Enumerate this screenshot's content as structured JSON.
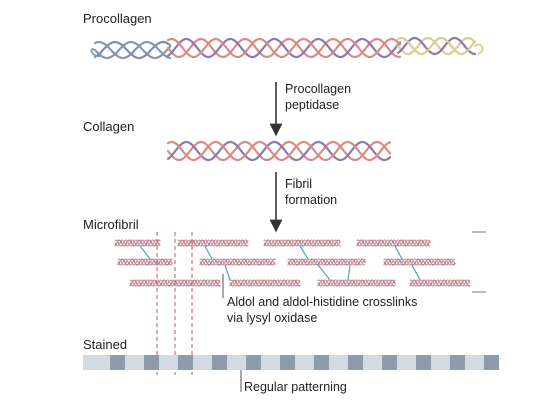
{
  "labels": {
    "procollagen": "Procollagen",
    "collagen": "Collagen",
    "microfibril": "Microfibril",
    "stained": "Stained"
  },
  "annotations": {
    "step1_line1": "Procollagen",
    "step1_line2": "peptidase",
    "step2_line1": "Fibril",
    "step2_line2": "formation",
    "crosslinks_line1": "Aldol and aldol-histidine crosslinks",
    "crosslinks_line2": "via lysyl oxidase",
    "patterning": "Regular patterning"
  },
  "colors": {
    "strand_red": "#d98b86",
    "strand_purple": "#8c7aa8",
    "strand_grey_blue": "#7f8fa8",
    "propeptide_yellow": "#d9cf8a",
    "propeptide_blue_grey": "#8796b0",
    "crosslink": "#4aa8c0",
    "band_light": "#d3dbe2",
    "band_dark": "#8e9bab",
    "dashed_line": "#c0506a",
    "arrow": "#333333"
  }
}
